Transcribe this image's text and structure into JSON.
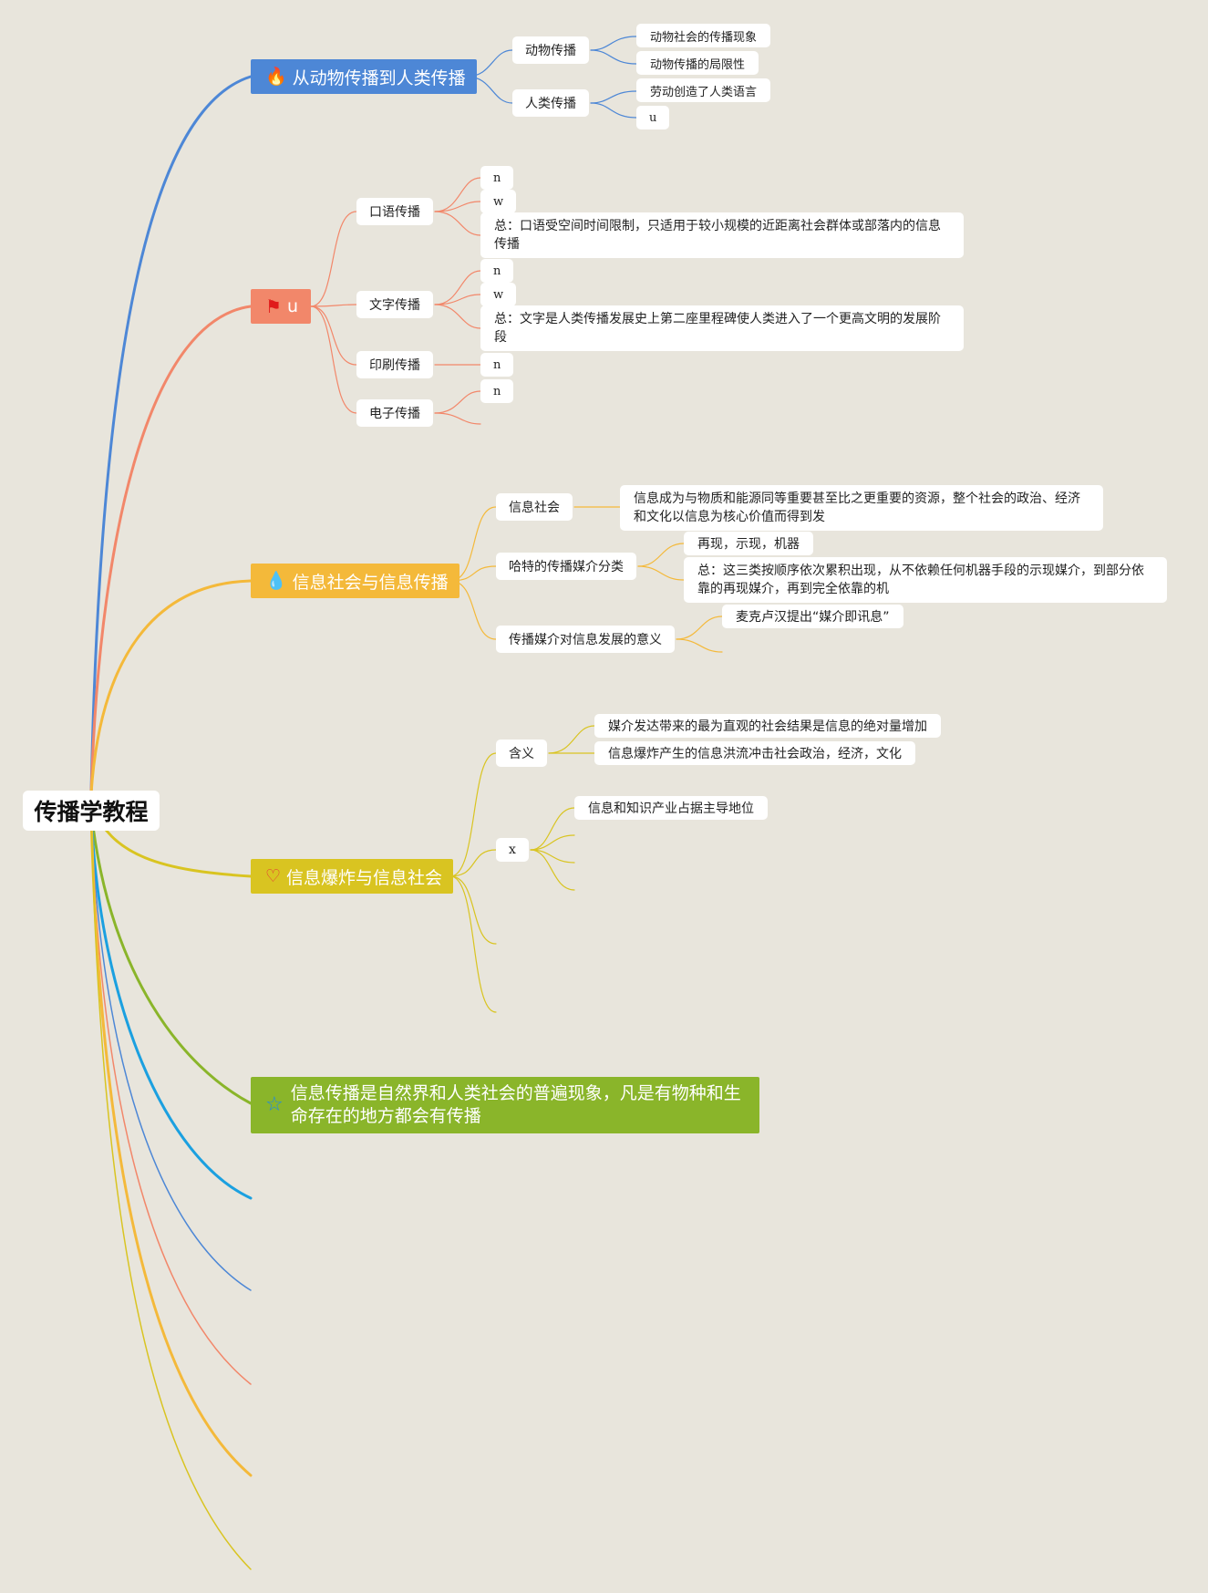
{
  "root": {
    "label": "传播学教程"
  },
  "branches": {
    "b1": {
      "label": "从动物传播到人类传播",
      "icon": "fire-icon",
      "color": "#4d87d6",
      "subs": {
        "s1": {
          "label": "动物传播",
          "leaves": [
            "动物社会的传播现象",
            "动物传播的局限性"
          ]
        },
        "s2": {
          "label": "人类传播",
          "leaves": [
            "劳动创造了人类语言",
            "u"
          ]
        }
      }
    },
    "b2": {
      "label": "u",
      "icon": "flag-icon",
      "color": "#f2876a",
      "subs": {
        "s1": {
          "label": "口语传播",
          "leaves": [
            "n",
            "w",
            "总：口语受空间时间限制，只适用于较小规模的近距离社会群体或部落内的信息传播"
          ]
        },
        "s2": {
          "label": "文字传播",
          "leaves": [
            "n",
            "w",
            "总：文字是人类传播发展史上第二座里程碑使人类进入了一个更高文明的发展阶段"
          ]
        },
        "s3": {
          "label": "印刷传播",
          "leaves": [
            "n"
          ]
        },
        "s4": {
          "label": "电子传播",
          "leaves": [
            "n"
          ]
        }
      }
    },
    "b3": {
      "label": "信息社会与信息传播",
      "icon": "water-drop-icon",
      "color": "#f4b93a",
      "subs": {
        "s1": {
          "label": "信息社会",
          "leaves": [
            "信息成为与物质和能源同等重要甚至比之更重要的资源，整个社会的政治、经济和文化以信息为核心价值而得到发"
          ]
        },
        "s2": {
          "label": "哈特的传播媒介分类",
          "leaves": [
            "再现，示现，机器",
            "总：这三类按顺序依次累积出现，从不依赖任何机器手段的示现媒介，到部分依靠的再现媒介，再到完全依靠的机"
          ]
        },
        "s3": {
          "label": "传播媒介对信息发展的意义",
          "leaves": [
            "麦克卢汉提出“媒介即讯息”"
          ]
        }
      }
    },
    "b4": {
      "label": "信息爆炸与信息社会",
      "icon": "heart-icon",
      "color": "#d9c421",
      "subs": {
        "s1": {
          "label": "含义",
          "leaves": [
            "媒介发达带来的最为直观的社会结果是信息的绝对量增加",
            "信息爆炸产生的信息洪流冲击社会政治，经济，文化"
          ]
        },
        "s2": {
          "label": "x",
          "leaves": [
            "信息和知识产业占据主导地位"
          ]
        }
      }
    },
    "b5": {
      "label": "信息传播是自然界和人类社会的普遍现象，凡是有物种和生命存在的地方都会有传播",
      "icon": "star-icon",
      "color": "#8ab52a"
    }
  },
  "colors": {
    "background": "#e8e5dc",
    "blue": "#4d87d6",
    "salmon": "#f2876a",
    "orange": "#f4b93a",
    "yellow": "#d9c421",
    "green": "#8ab52a",
    "cyan": "#1ba0e0"
  }
}
